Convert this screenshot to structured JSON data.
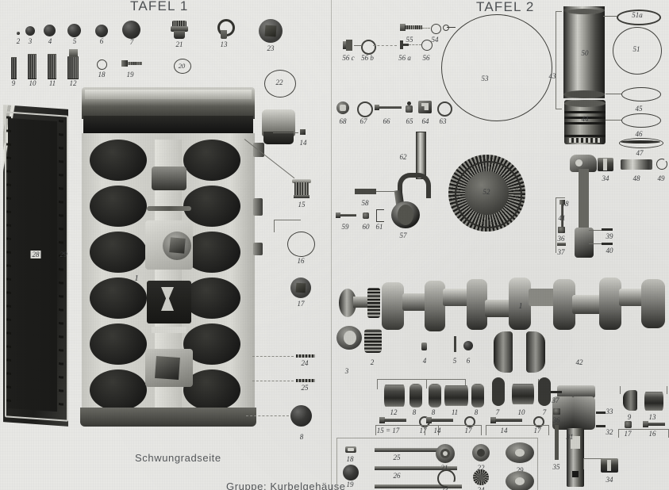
{
  "document": {
    "type": "exploded-parts-diagram",
    "language": "de",
    "plate1_title": "TAFEL 1",
    "plate2_title": "TAFEL 2",
    "caption_flywheel_side": "Schwungradseite",
    "caption_group": "Gruppe: Kurbelgehäuse"
  },
  "colors": {
    "paper": "#e9e9e6",
    "ink": "#3a3c3e",
    "title": "#4e5154",
    "metal_dark": "#26262420",
    "metal_light": "#cfcfc9"
  },
  "plate1": {
    "title": "TAFEL 1",
    "top_row_parts": [
      {
        "num": "2",
        "shape": "dot-tiny"
      },
      {
        "num": "3",
        "shape": "dot-small"
      },
      {
        "num": "4",
        "shape": "dot-med"
      },
      {
        "num": "5",
        "shape": "dot-med"
      },
      {
        "num": "6",
        "shape": "dot-med"
      },
      {
        "num": "7",
        "shape": "dot-large"
      },
      {
        "num": "21",
        "shape": "threaded-bushing"
      },
      {
        "num": "13",
        "shape": "lifting-eye-bolt"
      },
      {
        "num": "23",
        "shape": "square-drive-plug"
      }
    ],
    "second_row_parts": [
      {
        "num": "9",
        "shape": "stud-thin"
      },
      {
        "num": "10",
        "shape": "stud-med"
      },
      {
        "num": "11",
        "shape": "stud-med"
      },
      {
        "num": "12",
        "shape": "stud-stepped"
      },
      {
        "num": "18",
        "shape": "small-ring"
      },
      {
        "num": "19",
        "shape": "short-bolt"
      },
      {
        "num": "20",
        "shape": "circle-label"
      },
      {
        "num": "22",
        "shape": "large-ring"
      }
    ],
    "right_column_parts": [
      {
        "num": "14",
        "shape": "tiny-square-plug"
      },
      {
        "num": "15",
        "shape": "cup-bushing"
      },
      {
        "num": "16",
        "shape": "open-ring"
      },
      {
        "num": "17",
        "shape": "square-drive-washer"
      },
      {
        "num": "24",
        "shape": "gasket-strip"
      },
      {
        "num": "25",
        "shape": "gasket-strip"
      },
      {
        "num": "8",
        "shape": "dot-large"
      }
    ],
    "assembly_labels": [
      {
        "num": "1",
        "desc": "crankcase-block"
      },
      {
        "num": "28",
        "desc": "side-cover-plate"
      },
      {
        "num": "29",
        "desc": "side-cover-gasket"
      }
    ]
  },
  "plate2": {
    "title": "TAFEL 2",
    "fastener_row": [
      {
        "num": "56 c",
        "shape": "bushing"
      },
      {
        "num": "56 b",
        "shape": "ring"
      },
      {
        "num": "56 a",
        "shape": "pin"
      },
      {
        "num": "56",
        "shape": "small-ring"
      },
      {
        "num": "55",
        "shape": "screw"
      },
      {
        "num": "54",
        "shape": "small-ring"
      }
    ],
    "small_parts_row": [
      {
        "num": "68",
        "shape": "cap-fitting"
      },
      {
        "num": "67",
        "shape": "ring"
      },
      {
        "num": "66",
        "shape": "long-screw"
      },
      {
        "num": "65",
        "shape": "nut"
      },
      {
        "num": "64",
        "shape": "block-fitting"
      },
      {
        "num": "63",
        "shape": "ring"
      }
    ],
    "oil_parts": [
      {
        "num": "62",
        "shape": "flat-bar"
      },
      {
        "num": "58",
        "shape": "serrated-strip"
      },
      {
        "num": "59",
        "shape": "screw"
      },
      {
        "num": "60",
        "shape": "nut"
      },
      {
        "num": "61",
        "shape": "bracket"
      },
      {
        "num": "57",
        "shape": "oil-pump-scoop"
      }
    ],
    "rings_and_liner": [
      {
        "num": "53",
        "shape": "large-circle-seal"
      },
      {
        "num": "52",
        "shape": "toothed-ring-gear"
      },
      {
        "num": "50",
        "shape": "cylinder-liner"
      },
      {
        "num": "51",
        "shape": "liner-seal-ring"
      },
      {
        "num": "51a",
        "shape": "liner-seal-ring-small"
      },
      {
        "num": "43",
        "shape": "dimension-bracket"
      },
      {
        "num": "44",
        "shape": "piston"
      },
      {
        "num": "45",
        "shape": "piston-ring"
      },
      {
        "num": "46",
        "shape": "piston-ring"
      },
      {
        "num": "47",
        "shape": "oil-scraper-ring"
      },
      {
        "num": "34",
        "shape": "bushing"
      },
      {
        "num": "48",
        "shape": "gudgeon-pin"
      },
      {
        "num": "49",
        "shape": "circlip"
      }
    ],
    "conrod_parts": [
      {
        "num": "38",
        "shape": "connecting-rod"
      },
      {
        "num": "41",
        "shape": "long-bolt"
      },
      {
        "num": "36",
        "shape": "nut"
      },
      {
        "num": "37",
        "shape": "washer"
      },
      {
        "num": "39",
        "shape": "shim"
      },
      {
        "num": "40",
        "shape": "shim"
      }
    ],
    "crankshaft": [
      {
        "num": "1",
        "shape": "crankshaft"
      },
      {
        "num": "2",
        "shape": "timing-gear"
      },
      {
        "num": "3",
        "shape": "flywheel-hub"
      },
      {
        "num": "4",
        "shape": "dowel"
      },
      {
        "num": "5",
        "shape": "pin"
      },
      {
        "num": "6",
        "shape": "ball"
      },
      {
        "num": "42",
        "shape": "main-bearing-shell"
      }
    ],
    "bearing_group_a": {
      "parts": [
        {
          "num": "12",
          "shape": "bearing-bush"
        },
        {
          "num": "8",
          "shape": "bearing-half"
        },
        {
          "num": "15",
          "shape": "bolt"
        },
        {
          "num": "17",
          "shape": "nut"
        }
      ],
      "note": "15 = 17"
    },
    "bearing_group_b": {
      "parts": [
        {
          "num": "8",
          "shape": "bearing-half"
        },
        {
          "num": "11",
          "shape": "bearing-bush"
        },
        {
          "num": "8",
          "shape": "bearing-half"
        },
        {
          "num": "14",
          "shape": "bolt"
        },
        {
          "num": "17",
          "shape": "nut"
        }
      ]
    },
    "bearing_group_c": {
      "parts": [
        {
          "num": "7",
          "shape": "thrust-washer"
        },
        {
          "num": "10",
          "shape": "bearing-bush"
        },
        {
          "num": "7",
          "shape": "thrust-washer"
        },
        {
          "num": "14",
          "shape": "bolt"
        },
        {
          "num": "17",
          "shape": "nut"
        }
      ]
    },
    "bearing_group_d": {
      "parts": [
        {
          "num": "9",
          "shape": "bearing-half"
        },
        {
          "num": "13",
          "shape": "bearing-bush"
        },
        {
          "num": "17",
          "shape": "nut"
        },
        {
          "num": "16",
          "shape": "bolt"
        }
      ]
    },
    "bottom_row_parts": [
      {
        "num": "18",
        "shape": "small-plate"
      },
      {
        "num": "19",
        "shape": "disc"
      },
      {
        "num": "25",
        "shape": "long-rod"
      },
      {
        "num": "26",
        "shape": "long-rod"
      },
      {
        "num": "27",
        "shape": "long-rod"
      },
      {
        "num": "21",
        "shape": "sealing-washer"
      },
      {
        "num": "22",
        "shape": "sealing-washer"
      },
      {
        "num": "23",
        "shape": "circlip"
      },
      {
        "num": "24",
        "shape": "knurled-nut"
      },
      {
        "num": "29",
        "shape": "pulley-disc"
      }
    ],
    "master_rod": [
      {
        "num": "31",
        "shape": "master-connecting-rod"
      },
      {
        "num": "32",
        "shape": "shim"
      },
      {
        "num": "33",
        "shape": "shim"
      },
      {
        "num": "34",
        "shape": "bushing"
      },
      {
        "num": "35",
        "shape": "long-bolt"
      },
      {
        "num": "36",
        "shape": "nut"
      },
      {
        "num": "37",
        "shape": "washer"
      }
    ]
  }
}
